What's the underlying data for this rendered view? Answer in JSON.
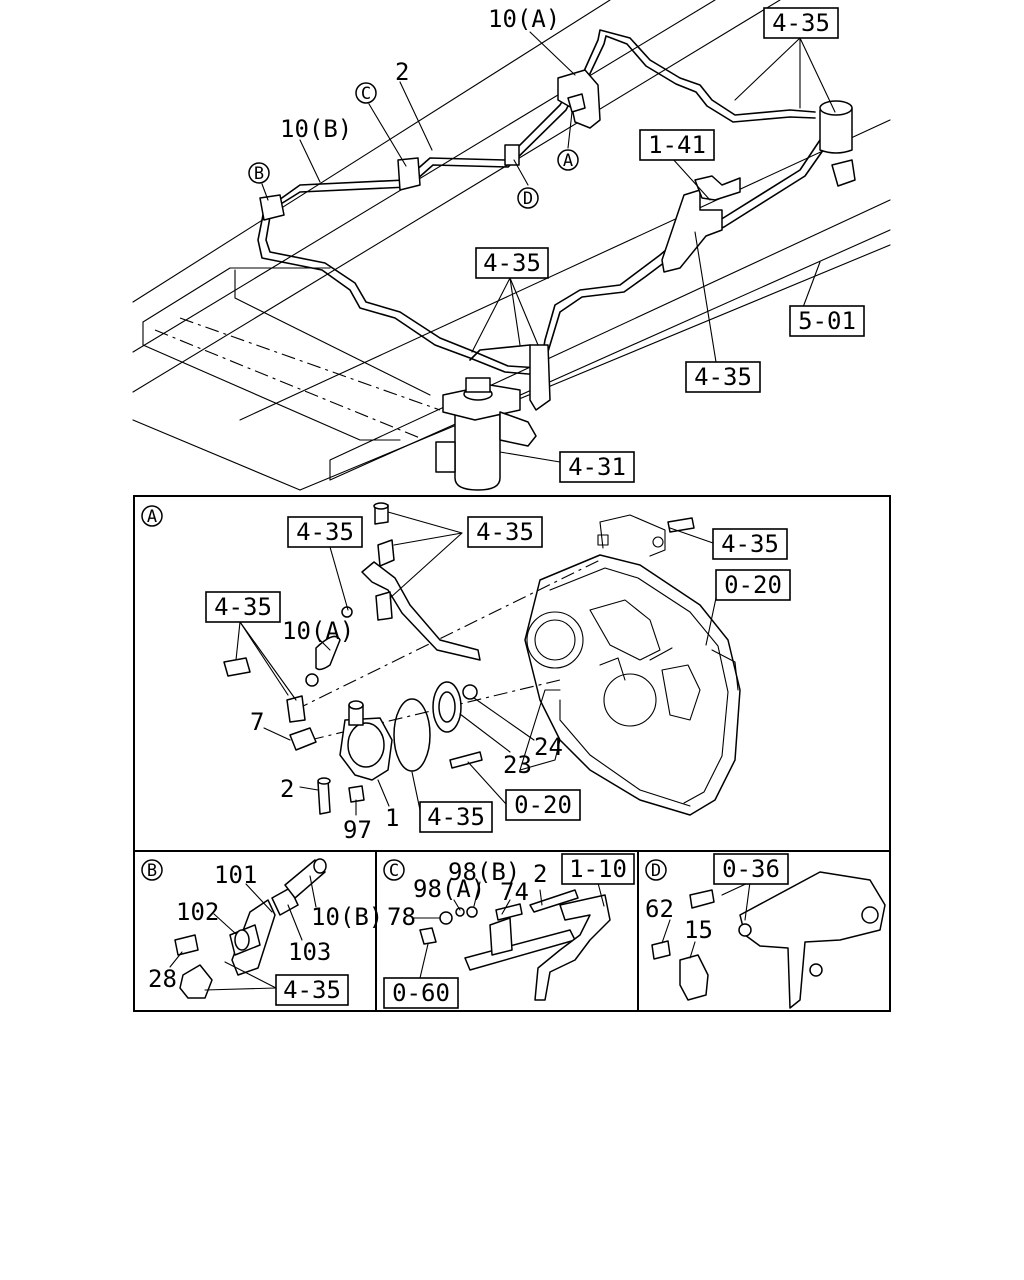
{
  "callouts": {
    "top_10a": "10(A)",
    "top_2": "2",
    "top_c": "C",
    "top_10b": "10(B)",
    "top_b": "B",
    "top_a": "A",
    "top_d": "D",
    "top_435_topright": "4-35",
    "top_141": "1-41",
    "top_435_mid": "4-35",
    "top_501": "5-01",
    "top_435_right": "4-35",
    "top_431": "4-31"
  },
  "panel_a": {
    "marker": "A",
    "refs": {
      "r1": "4-35",
      "r2": "4-35",
      "r3": "4-35",
      "r4": "4-35",
      "r5": "0-20",
      "r6": "4-35",
      "r7": "0-20"
    },
    "parts": {
      "p10a": "10(A)",
      "p7": "7",
      "p2": "2",
      "p97": "97",
      "p1": "1",
      "p23": "23",
      "p24": "24"
    }
  },
  "panel_b": {
    "marker": "B",
    "refs": {
      "r1": "4-35"
    },
    "parts": {
      "p101": "101",
      "p102": "102",
      "p28": "28",
      "p103": "103",
      "p10b": "10(B)"
    }
  },
  "panel_c": {
    "marker": "C",
    "refs": {
      "r1": "1-10",
      "r2": "0-60"
    },
    "parts": {
      "p98b": "98(B)",
      "p98a": "98(A)",
      "p78": "78",
      "p74": "74",
      "p2": "2"
    }
  },
  "panel_d": {
    "marker": "D",
    "refs": {
      "r1": "0-36"
    },
    "parts": {
      "p62": "62",
      "p15": "15"
    }
  }
}
